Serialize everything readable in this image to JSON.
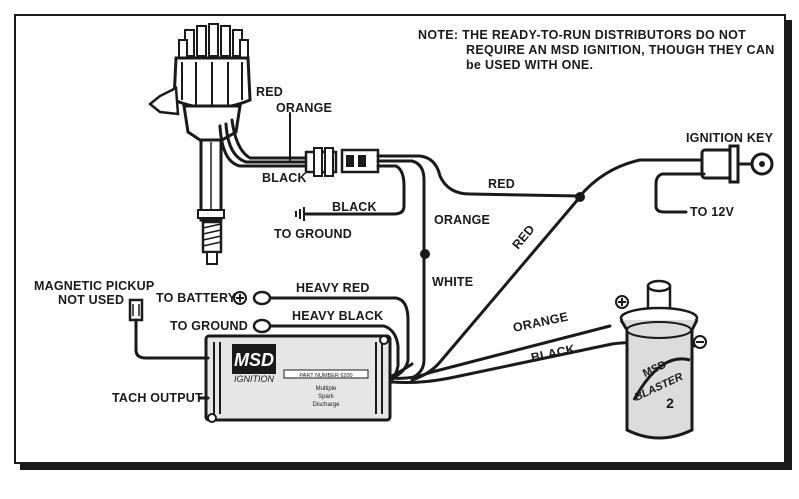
{
  "note": {
    "lines": [
      "NOTE:  THE READY-TO-RUN DISTRIBUTORS DO NOT",
      "REQUIRE AN MSD IGNITION, THOUGH THEY CAN",
      "be USED WITH ONE."
    ]
  },
  "labels": {
    "red_top": "RED",
    "orange_top": "ORANGE",
    "black_dist": "BLACK",
    "black_ground": "BLACK",
    "to_ground_top": "TO GROUND",
    "red_mid": "RED",
    "orange_mid": "ORANGE",
    "white": "WHITE",
    "red_diag": "RED",
    "ignition_key": "IGNITION KEY",
    "to_12v": "TO 12V",
    "magnetic_pickup_1": "MAGNETIC PICKUP",
    "magnetic_pickup_2": "NOT USED",
    "to_battery": "TO BATTERY",
    "heavy_red": "HEAVY RED",
    "to_ground_box": "TO GROUND",
    "heavy_black": "HEAVY BLACK",
    "orange_coil": "ORANGE",
    "black_coil": "BLACK",
    "tach_output": "TACH OUTPUT",
    "plus_sign": "+",
    "minus_sign": "−"
  },
  "ignition_box": {
    "brand": "MSD",
    "model": "IGNITION",
    "sub1": "Multiple",
    "sub2": "Spark",
    "sub3": "Discharge",
    "part_line": "PART NUMBER 6200"
  },
  "coil": {
    "brand": "MSD",
    "model": "BLASTER",
    "number": "2"
  },
  "colors": {
    "ink": "#1a1a1a",
    "paper": "#ffffff",
    "box_fill": "#e6e6e6",
    "coil_fill": "#dcdcdc"
  }
}
